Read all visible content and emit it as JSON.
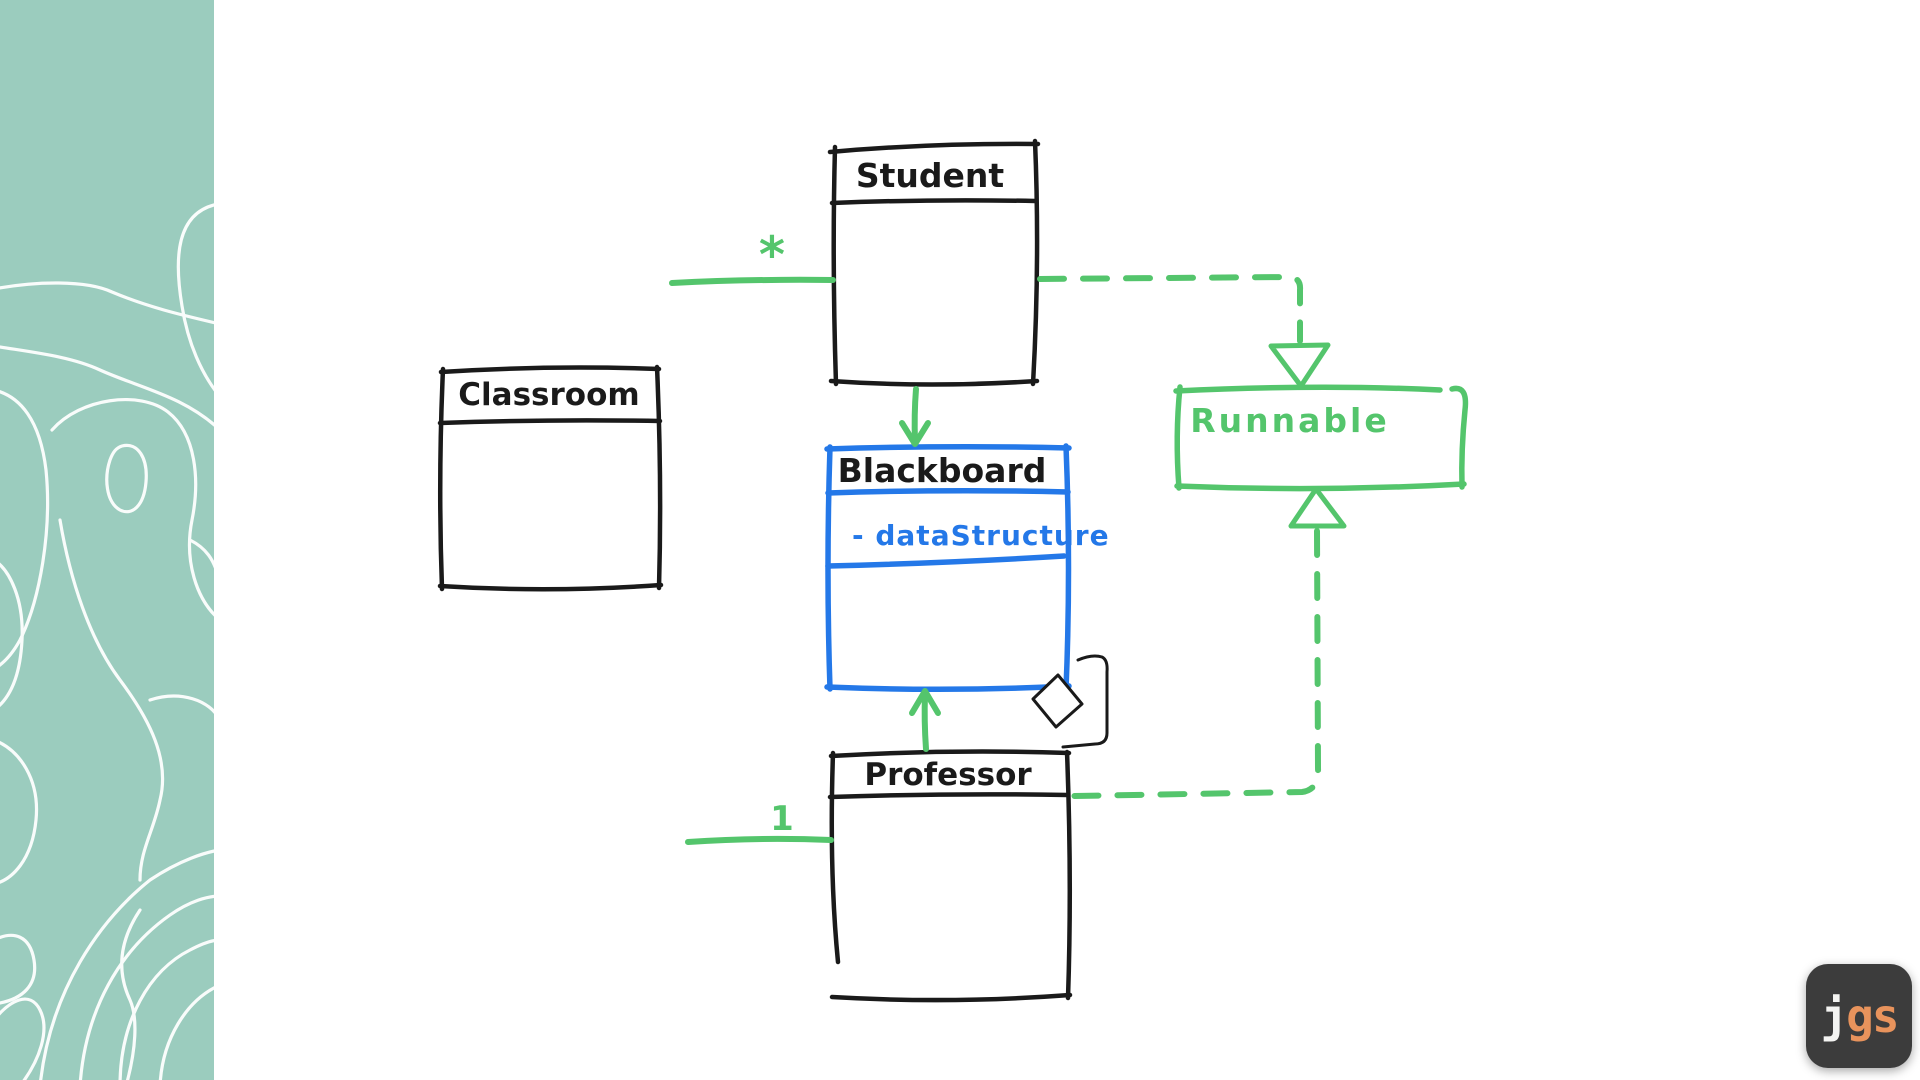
{
  "diagram": {
    "classes": [
      {
        "name": "Student"
      },
      {
        "name": "Classroom"
      },
      {
        "name": "Blackboard",
        "attribute": "- dataStructure"
      },
      {
        "name": "Professor"
      },
      {
        "name": "Runnable"
      }
    ],
    "multiplicity": {
      "student_side": "*",
      "professor_side": "1"
    },
    "colors": {
      "ink": "#1a1a1a",
      "green": "#54c56c",
      "blue": "#2478e8",
      "sidebar_teal": "#9bccbe",
      "contour_white": "#ffffff",
      "logo_bg": "#3c3c3c",
      "logo_orange": "#e8935c"
    }
  },
  "watermark": {
    "j": "j",
    "gs": "gs"
  }
}
